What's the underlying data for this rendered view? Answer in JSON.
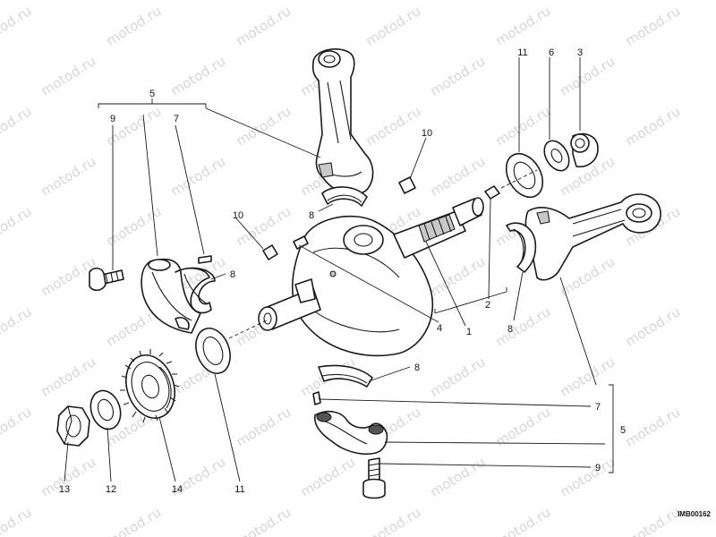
{
  "watermark": "motod.ru",
  "image_code": "IMB00162",
  "callouts": {
    "c5_top": "5",
    "c9_top": "9",
    "c7_top": "7",
    "c11_top": "11",
    "c6_top": "6",
    "c3_top": "3",
    "c10_upper": "10",
    "c10_left": "10",
    "c8_top": "8",
    "c8_left": "8",
    "c8_right": "8",
    "c8_lower": "8",
    "c2": "2",
    "c4": "4",
    "c1": "1",
    "c7_right": "7",
    "c5_right": "5",
    "c9_right": "9",
    "c13": "13",
    "c12": "12",
    "c14": "14",
    "c11_bottom": "11"
  }
}
